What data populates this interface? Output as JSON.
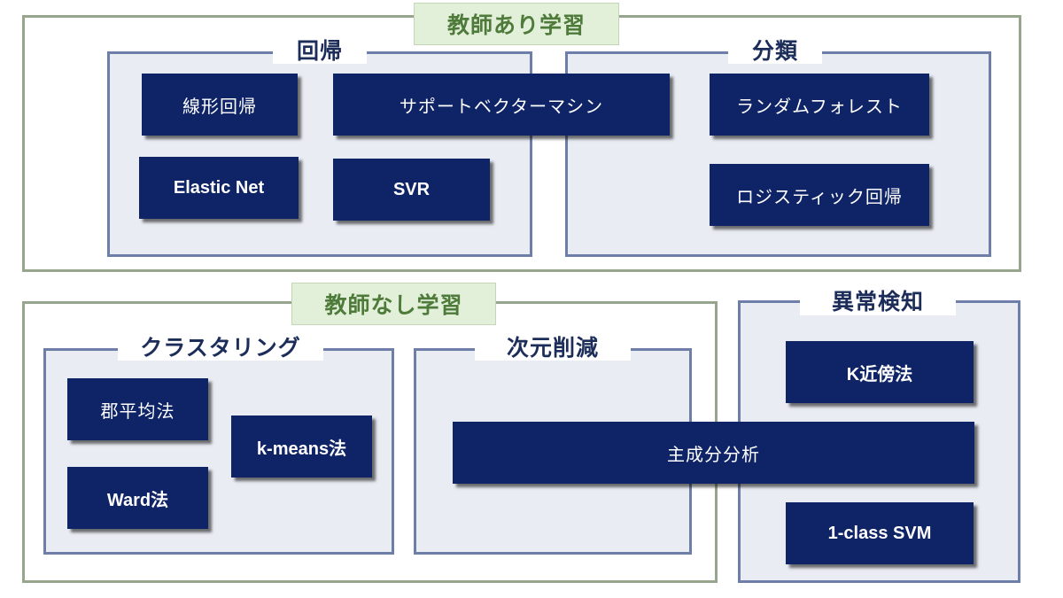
{
  "supervised": {
    "label": "教師あり学習",
    "regression": {
      "label": "回帰",
      "items": [
        "線形回帰",
        "Elastic Net",
        "SVR"
      ]
    },
    "classification": {
      "label": "分類",
      "items": [
        "ランダムフォレスト",
        "ロジスティック回帰"
      ]
    },
    "shared": "サポートベクターマシン"
  },
  "unsupervised": {
    "label": "教師なし学習",
    "clustering": {
      "label": "クラスタリング",
      "items": [
        "郡平均法",
        "Ward法",
        "k-means法"
      ]
    },
    "dimensionality_reduction": {
      "label": "次元削減"
    }
  },
  "anomaly_detection": {
    "label": "異常検知",
    "items": [
      "K近傍法",
      "1-class SVM"
    ]
  },
  "shared_pca": "主成分分析",
  "colors": {
    "supervised_border": "#97a58c",
    "group_label_bg": "#e2efd9",
    "group_label_text": "#4e7a3a",
    "inner_border": "#6d7fa8",
    "inner_bg": "#e9ecf3",
    "box_bg": "#0f2466",
    "box_text": "#ffffff",
    "section_title": "#1c2d5a"
  }
}
